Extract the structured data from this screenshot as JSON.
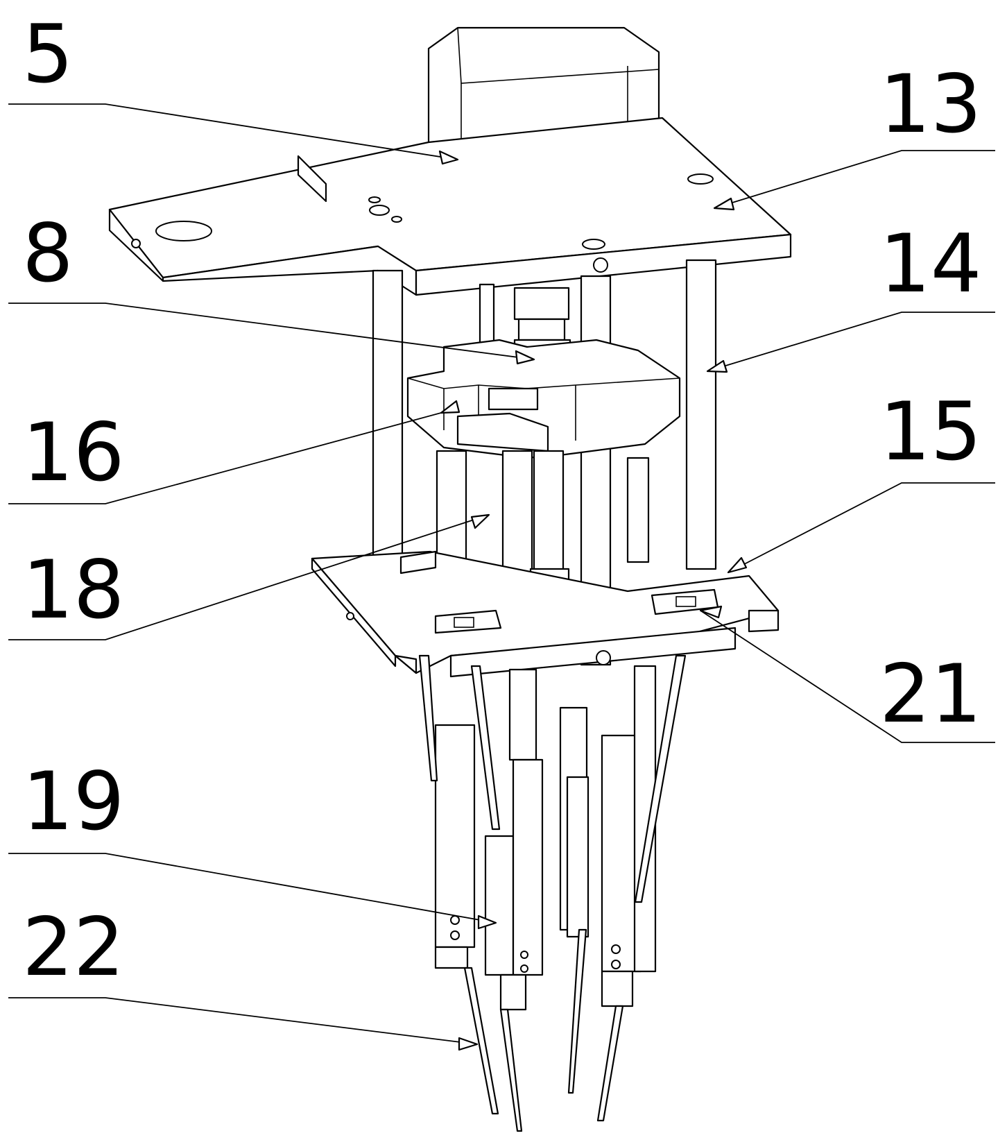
{
  "callouts": [
    {
      "id": "c5",
      "label": "5"
    },
    {
      "id": "c13",
      "label": "13"
    },
    {
      "id": "c8",
      "label": "8"
    },
    {
      "id": "c14",
      "label": "14"
    },
    {
      "id": "c16",
      "label": "16"
    },
    {
      "id": "c15",
      "label": "15"
    },
    {
      "id": "c18",
      "label": "18"
    },
    {
      "id": "c21",
      "label": "21"
    },
    {
      "id": "c19",
      "label": "19"
    },
    {
      "id": "c22",
      "label": "22"
    }
  ],
  "colors": {
    "line": "#000000",
    "background": "#ffffff"
  }
}
